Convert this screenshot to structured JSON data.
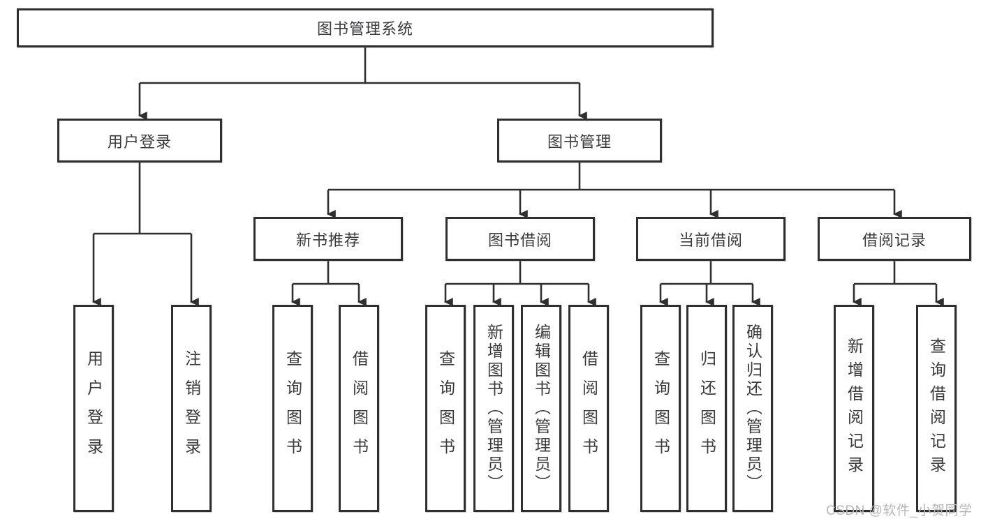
{
  "nodes": {
    "root": "图书管理系统",
    "level2": [
      "用户登录",
      "图书管理"
    ],
    "level3": [
      "新书推荐",
      "图书借阅",
      "当前借阅",
      "借阅记录"
    ],
    "leaves_user_login": [
      "用户登录",
      "注销登录"
    ],
    "leaves_new_books": [
      "查询图书",
      "借阅图书"
    ],
    "leaves_book_borrowing": [
      "查询图书",
      "新增图书（管理员）",
      "编辑图书（管理员）",
      "借阅图书"
    ],
    "leaves_current_borrowing": [
      "查询图书",
      "归还图书",
      "确认归还（管理员）"
    ],
    "leaves_borrowing_records": [
      "新增借阅记录",
      "查询借阅记录"
    ]
  },
  "watermark": "CSDN @软件_小贺同学",
  "colors": {
    "line": "#2f2f31",
    "text": "#3a3a3c",
    "watermark": "#b6b6b8",
    "background": "#ffffff"
  }
}
